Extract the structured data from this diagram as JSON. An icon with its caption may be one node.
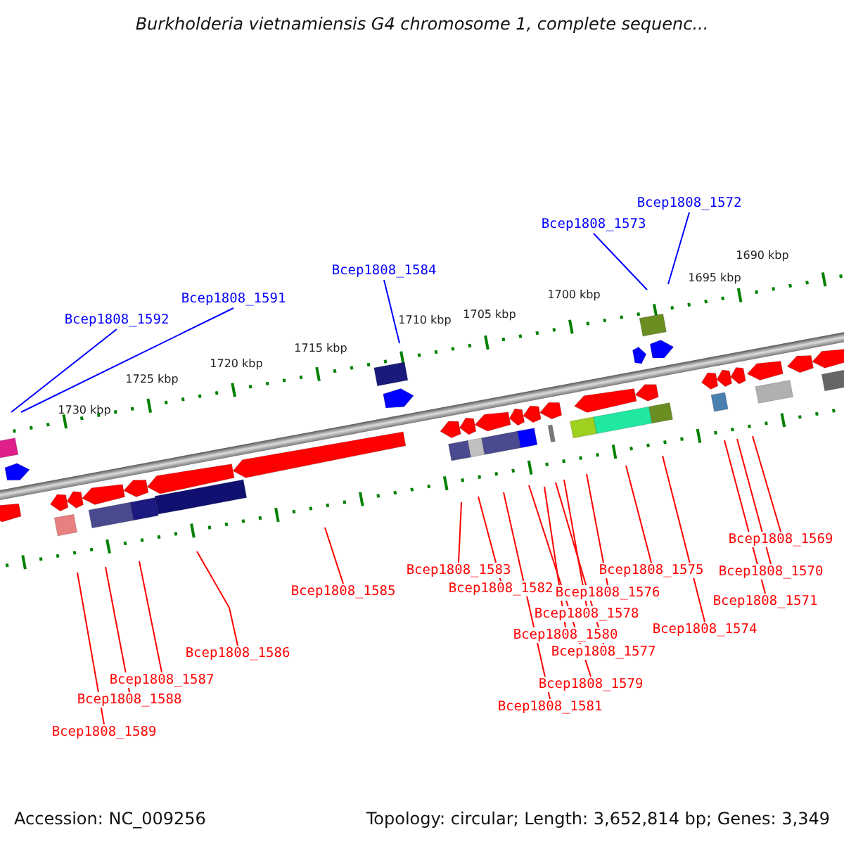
{
  "diagram": {
    "title": "Burkholderia vietnamiensis G4 chromosome 1, complete sequenc...",
    "nodes": [
      {
        "text": [
          "Bcep1808_1572"
        ]
      },
      {
        "text": [
          "Bcep1808_1573"
        ]
      },
      {
        "text": [
          "Bcep1808_1584"
        ]
      },
      {
        "text": [
          "Bcep1808_1591"
        ]
      },
      {
        "text": [
          "Bcep1808_1592"
        ]
      },
      {
        "text": [
          "Bcep1808_1569"
        ]
      },
      {
        "text": [
          "Bcep1808_1583"
        ]
      },
      {
        "text": [
          "Bcep1808_1575"
        ]
      },
      {
        "text": [
          "Bcep1808_1570"
        ]
      },
      {
        "text": [
          "Bcep1808_1585"
        ]
      },
      {
        "text": [
          "Bcep1808_1582"
        ]
      },
      {
        "text": [
          "Bcep1808_1576"
        ]
      },
      {
        "text": [
          "Bcep1808_1571"
        ]
      },
      {
        "text": [
          "Bcep1808_1578"
        ]
      },
      {
        "text": [
          "Bcep1808_1574"
        ]
      },
      {
        "text": [
          "Bcep1808_1580"
        ]
      },
      {
        "text": [
          "Bcep1808_1586"
        ]
      },
      {
        "text": [
          "Bcep1808_1577"
        ]
      },
      {
        "text": [
          "Bcep1808_1587"
        ]
      },
      {
        "text": [
          "Bcep1808_1579"
        ]
      },
      {
        "text": [
          "Bcep1808_1588"
        ]
      },
      {
        "text": [
          "Bcep1808_1581"
        ]
      },
      {
        "text": [
          "Bcep1808_1589"
        ]
      }
    ],
    "edges": [
      {
        "from": 0,
        "to": null,
        "arrow": "none",
        "color": "#0000ff"
      },
      {
        "from": 1,
        "to": null,
        "arrow": "none",
        "color": "#0000ff"
      },
      {
        "from": 2,
        "to": null,
        "arrow": "none",
        "color": "#0000ff"
      },
      {
        "from": 3,
        "to": null,
        "arrow": "none",
        "color": "#0000ff"
      },
      {
        "from": 4,
        "to": null,
        "arrow": "none",
        "color": "#0000ff"
      },
      {
        "from": 5,
        "to": null,
        "arrow": "none"
      },
      {
        "from": 6,
        "to": null,
        "arrow": "none"
      },
      {
        "from": 7,
        "to": null,
        "arrow": "none"
      },
      {
        "from": 8,
        "to": null,
        "arrow": "none"
      },
      {
        "from": 9,
        "to": null,
        "arrow": "none"
      },
      {
        "from": 10,
        "to": null,
        "arrow": "none"
      },
      {
        "from": 11,
        "to": null,
        "arrow": "none"
      },
      {
        "from": 12,
        "to": null,
        "arrow": "none"
      },
      {
        "from": 13,
        "to": null,
        "arrow": "none"
      },
      {
        "from": 14,
        "to": null,
        "arrow": "none"
      },
      {
        "from": 15,
        "to": null,
        "arrow": "none"
      },
      {
        "from": 16,
        "to": null,
        "arrow": "none"
      },
      {
        "from": 17,
        "to": null,
        "arrow": "none"
      },
      {
        "from": 18,
        "to": null,
        "arrow": "none"
      },
      {
        "from": 19,
        "to": null,
        "arrow": "none"
      },
      {
        "from": 20,
        "to": null,
        "arrow": "none"
      },
      {
        "from": 21,
        "to": null,
        "arrow": "none"
      },
      {
        "from": 22,
        "to": null,
        "arrow": "none"
      }
    ],
    "labels": [
      "1690 kbp",
      "1695 kbp",
      "1700 kbp",
      "1705 kbp",
      "1710 kbp",
      "1715 kbp",
      "1720 kbp",
      "1725 kbp",
      "1730 kbp",
      "Accession: NC_009256",
      "Topology: circular; Length: 3,652,814 bp; Genes: 3,349"
    ]
  }
}
